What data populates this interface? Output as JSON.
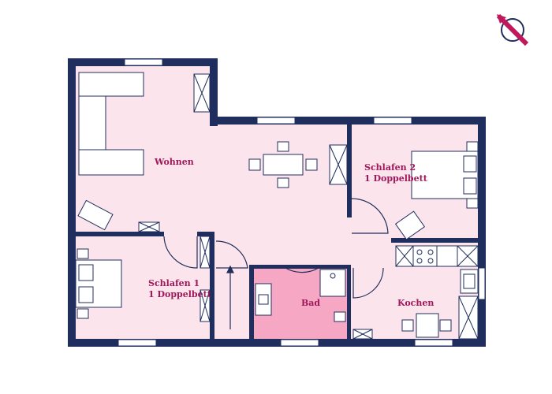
{
  "colors": {
    "wall": "#1f2e5c",
    "floor": "#fce4ec",
    "bath_floor": "#f6a7c4",
    "furniture_stroke": "#1f2e5c",
    "furniture_fill": "#ffffff",
    "label": "#a0185a",
    "compass_accent": "#c2185b"
  },
  "rooms": {
    "wohnen": {
      "label": "Wohnen"
    },
    "schlafen2": {
      "line1": "Schlafen 2",
      "line2": "1 Doppelbett"
    },
    "schlafen1": {
      "line1": "Schlafen 1",
      "line2": "1 Doppelbett"
    },
    "bad": {
      "label": "Bad"
    },
    "kochen": {
      "label": "Kochen"
    }
  },
  "icons": {
    "compass": "compass-icon"
  }
}
